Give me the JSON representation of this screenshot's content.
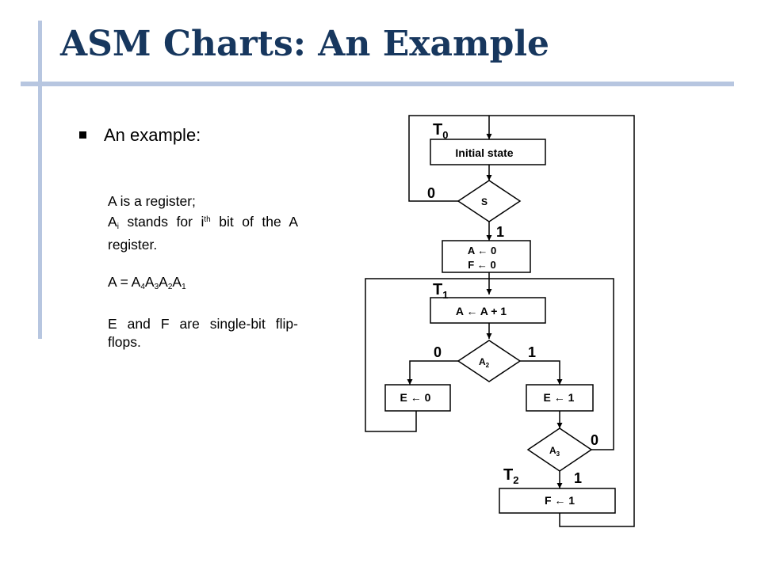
{
  "title": "ASM Charts: An Example",
  "bullet": "An example:",
  "desc": {
    "line1": "A is a register;",
    "ai_prefix": "A",
    "ai_sub": "i",
    "ai_mid": " stands for i",
    "ai_sup": "th",
    "ai_end": " bit of the A register.",
    "eq_prefix": "A = A",
    "eq_s1": "4",
    "eq_a2": "A",
    "eq_s2": "3",
    "eq_a3": "A",
    "eq_s3": "2",
    "eq_a4": "A",
    "eq_s4": "1",
    "line4": "E and F are single-bit flip-flops."
  },
  "diagram": {
    "t0": "T",
    "t0_sub": "0",
    "t1": "T",
    "t1_sub": "1",
    "t2": "T",
    "t2_sub": "2",
    "initial_state": "Initial state",
    "s_decision": "S",
    "clear_a": "A ← 0",
    "clear_f": "F ← 0",
    "increment": "A ← A + 1",
    "a2_name": "A",
    "a2_sub": "2",
    "e_clear": "E ← 0",
    "e_set": "E ← 1",
    "a3_name": "A",
    "a3_sub": "3",
    "f_set": "F ← 1",
    "s_zero": "0",
    "s_one": "1",
    "a2_zero": "0",
    "a2_one": "1",
    "a3_zero": "0",
    "a3_one": "1"
  }
}
